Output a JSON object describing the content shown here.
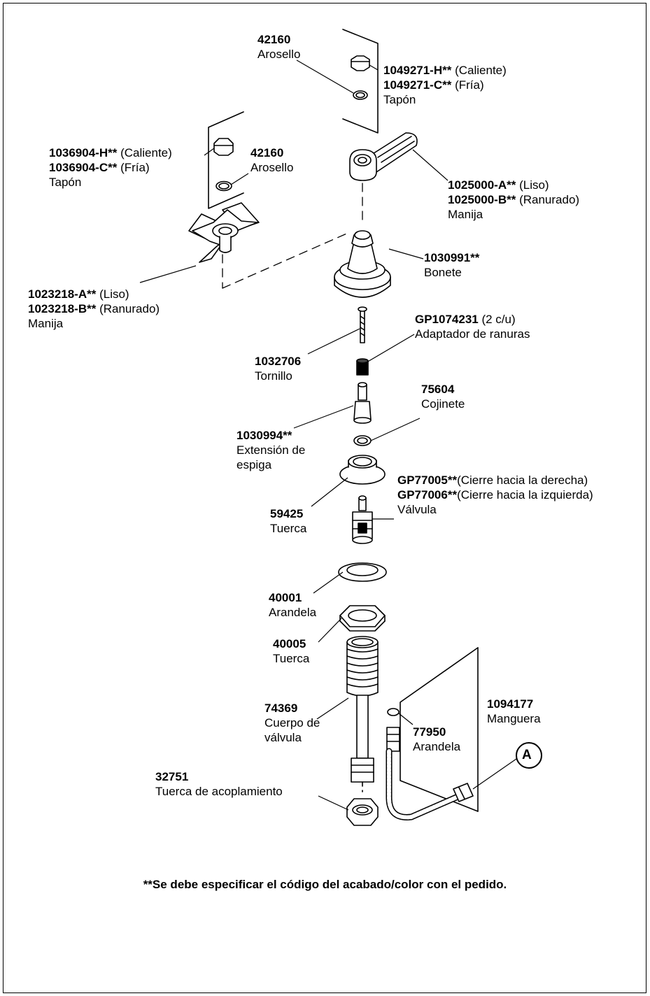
{
  "labels": {
    "rosette_top": {
      "num": "42160",
      "name": "Arosello"
    },
    "cap_lever": {
      "line1_num": "1049271-H**",
      "line1_txt": " (Caliente)",
      "line2_num": "1049271-C**",
      "line2_txt": " (Fría)",
      "name": "Tapón"
    },
    "cap_cross": {
      "line1_num": "1036904-H**",
      "line1_txt": " (Caliente)",
      "line2_num": "1036904-C**",
      "line2_txt": " (Fría)",
      "name": "Tapón"
    },
    "rosette_cross": {
      "num": "42160",
      "name": "Arosello"
    },
    "lever_handle": {
      "line1_num": "1025000-A**",
      "line1_txt": " (Liso)",
      "line2_num": "1025000-B**",
      "line2_txt": " (Ranurado)",
      "name": "Manija"
    },
    "bonnet": {
      "num": "1030991**",
      "name": "Bonete"
    },
    "cross_handle": {
      "line1_num": "1023218-A**",
      "line1_txt": " (Liso)",
      "line2_num": "1023218-B**",
      "line2_txt": " (Ranurado)",
      "name": "Manija"
    },
    "spline_adapter": {
      "num": "GP1074231",
      "num_txt": " (2 c/u)",
      "name": "Adaptador de ranuras"
    },
    "screw": {
      "num": "1032706",
      "name": "Tornillo"
    },
    "bearing": {
      "num": "75604",
      "name": "Cojinete"
    },
    "stem_ext": {
      "num": "1030994**",
      "name1": "Extensión de",
      "name2": "espiga"
    },
    "valve": {
      "line1_num": "GP77005**",
      "line1_txt": "(Cierre hacia la derecha)",
      "line2_num": "GP77006**",
      "line2_txt": "(Cierre hacia la izquierda)",
      "name": "Válvula"
    },
    "nut_59425": {
      "num": "59425",
      "name": "Tuerca"
    },
    "washer_40001": {
      "num": "40001",
      "name": "Arandela"
    },
    "nut_40005": {
      "num": "40005",
      "name": "Tuerca"
    },
    "valve_body": {
      "num": "74369",
      "name1": "Cuerpo de",
      "name2": "válvula"
    },
    "hose": {
      "num": "1094177",
      "name": "Manguera"
    },
    "washer_77950": {
      "num": "77950",
      "name": "Arandela"
    },
    "coupling_nut": {
      "num": "32751",
      "name": "Tuerca de acoplamiento"
    },
    "callout_a": "A"
  },
  "footnote": "**Se debe especificar el código del acabado/color con el pedido."
}
